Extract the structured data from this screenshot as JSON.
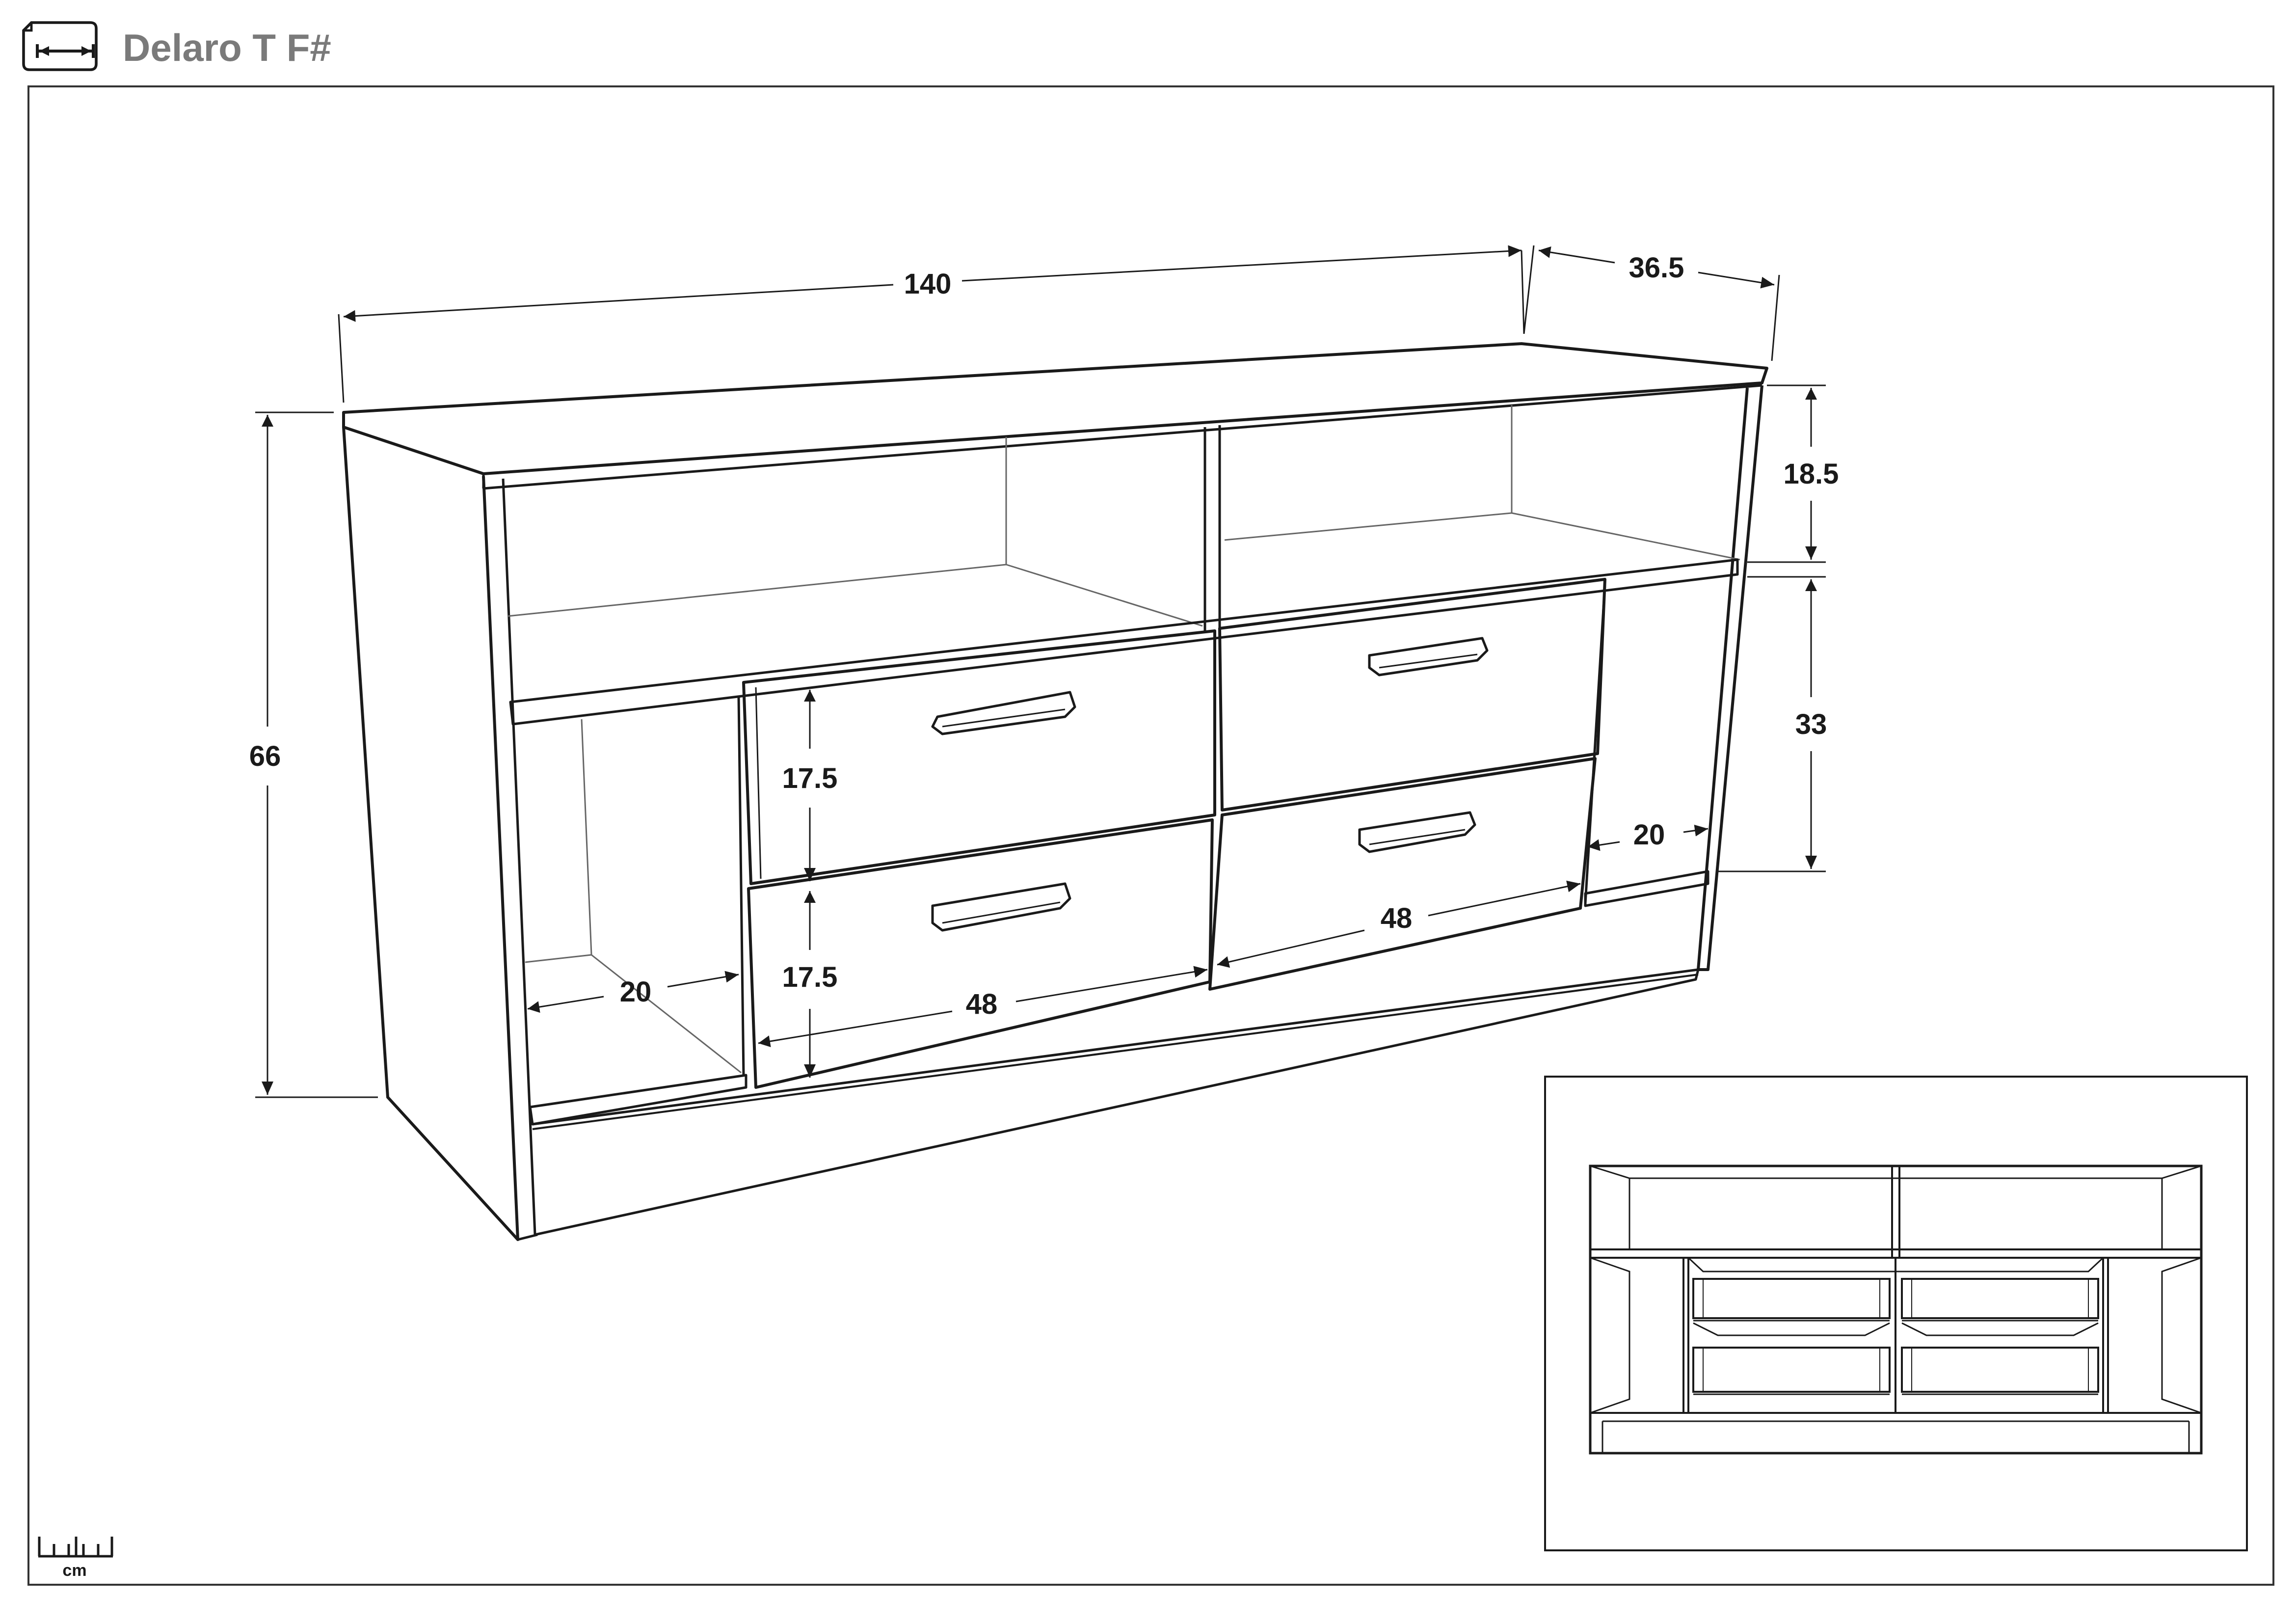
{
  "header": {
    "title": "Delaro T F#",
    "icon": "width-dimension-icon"
  },
  "dimensions": {
    "width": "140",
    "depth": "36.5",
    "height": "66",
    "top_shelf_height": "18.5",
    "cabinet_height": "33",
    "drawer_height_upper": "17.5",
    "drawer_height_lower": "17.5",
    "drawer_width_left": "48",
    "drawer_width_right": "48",
    "side_compartment_left": "20",
    "side_compartment_right": "20"
  },
  "scale": {
    "unit": "cm",
    "icon": "ruler-icon"
  },
  "colors": {
    "line": "#1a1a1a",
    "thin_line": "#555555",
    "title": "#7a7a7a"
  }
}
